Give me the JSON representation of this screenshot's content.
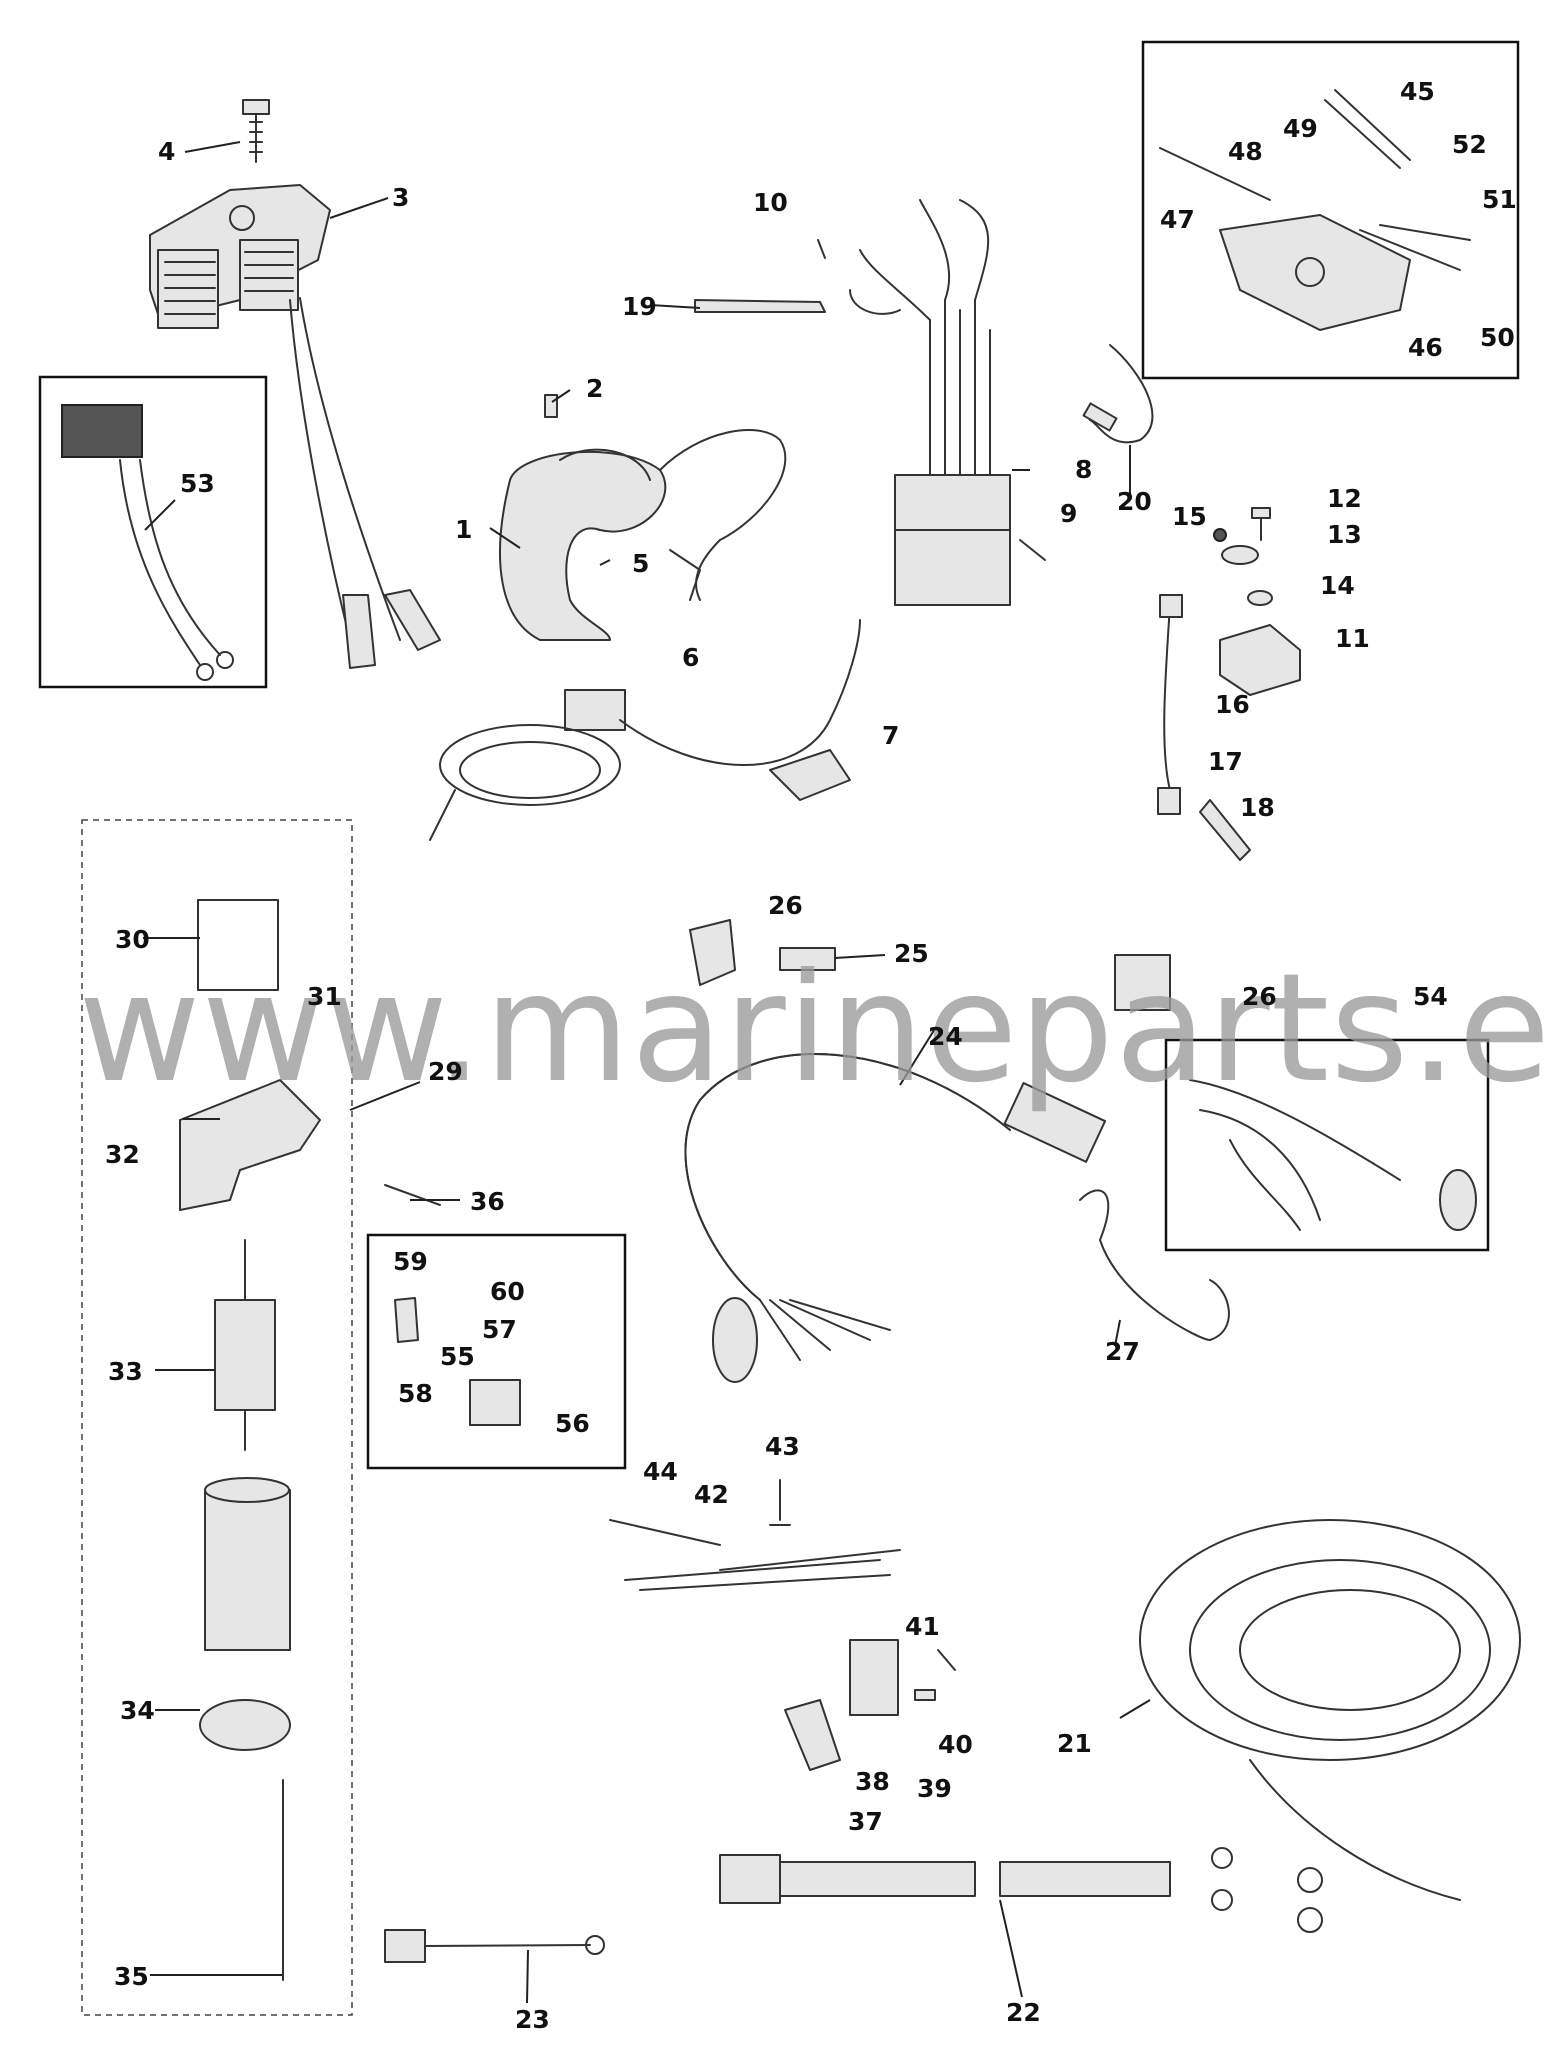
{
  "labels": {
    "p1": "1",
    "p2": "2",
    "p3": "3",
    "p4": "4",
    "p5": "5",
    "p6": "6",
    "p7": "7",
    "p8": "8",
    "p9": "9",
    "p10": "10",
    "p11": "11",
    "p12": "12",
    "p13": "13",
    "p14": "14",
    "p15": "15",
    "p16": "16",
    "p17": "17",
    "p18": "18",
    "p19": "19",
    "p20": "20",
    "p21": "21",
    "p22": "22",
    "p23": "23",
    "p24": "24",
    "p25": "25",
    "p26a": "26",
    "p26b": "26",
    "p27": "27",
    "p29": "29",
    "p30": "30",
    "p31": "31",
    "p32": "32",
    "p33": "33",
    "p34": "34",
    "p35": "35",
    "p36": "36",
    "p37": "37",
    "p38": "38",
    "p39": "39",
    "p40": "40",
    "p41": "41",
    "p42": "42",
    "p43": "43",
    "p44": "44",
    "p45": "45",
    "p46": "46",
    "p47": "47",
    "p48": "48",
    "p49": "49",
    "p50": "50",
    "p51": "51",
    "p52": "52",
    "p53": "53",
    "p54": "54",
    "p55": "55",
    "p56": "56",
    "p57": "57",
    "p58": "58",
    "p59": "59",
    "p60": "60"
  },
  "watermark": "www.marineparts.eu"
}
